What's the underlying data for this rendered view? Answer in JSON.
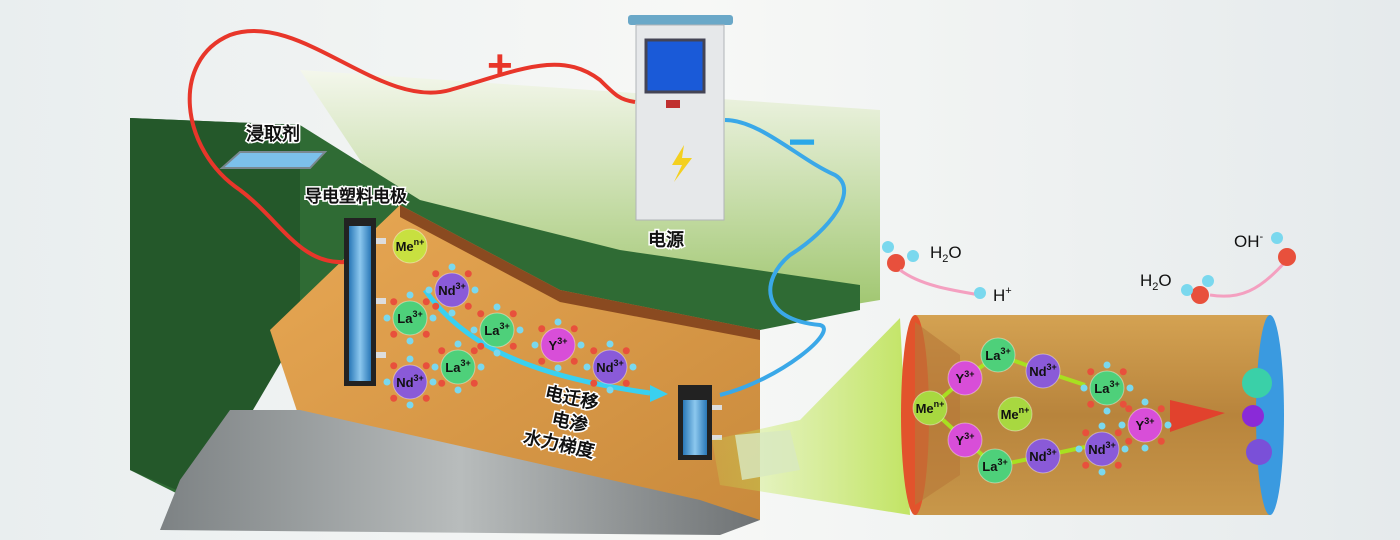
{
  "labels": {
    "leaching_agent": "浸取剂",
    "electrode": "导电塑料电极",
    "power_supply": "电源",
    "plus": "+",
    "minus": "−",
    "electromigration": "电迁移",
    "electroosmosis": "电渗",
    "hydraulic_gradient": "水力梯度"
  },
  "field_ions": [
    {
      "el": "Me",
      "ch": "n+",
      "color": "#c8e040"
    },
    {
      "el": "Nd",
      "ch": "3+",
      "color": "#8a5ad8"
    },
    {
      "el": "La",
      "ch": "3+",
      "color": "#4ed07a"
    },
    {
      "el": "La",
      "ch": "3+",
      "color": "#4ed07a"
    },
    {
      "el": "Y",
      "ch": "3+",
      "color": "#d84ed8"
    },
    {
      "el": "Nd",
      "ch": "3+",
      "color": "#8a5ad8"
    },
    {
      "el": "La",
      "ch": "3+",
      "color": "#4ed07a"
    },
    {
      "el": "Nd",
      "ch": "3+",
      "color": "#8a5ad8"
    }
  ],
  "tube_ions": [
    {
      "el": "La",
      "ch": "3+",
      "color": "#4ed07a"
    },
    {
      "el": "Y",
      "ch": "3+",
      "color": "#d84ed8"
    },
    {
      "el": "Nd",
      "ch": "3+",
      "color": "#8a5ad8"
    },
    {
      "el": "Me",
      "ch": "n+",
      "color": "#a8d840"
    },
    {
      "el": "Me",
      "ch": "n+",
      "color": "#a8d840"
    },
    {
      "el": "Y",
      "ch": "3+",
      "color": "#d84ed8"
    },
    {
      "el": "La",
      "ch": "3+",
      "color": "#4ed07a"
    },
    {
      "el": "Nd",
      "ch": "3+",
      "color": "#8a5ad8"
    },
    {
      "el": "La",
      "ch": "3+",
      "color": "#4ed07a"
    },
    {
      "el": "Y",
      "ch": "3+",
      "color": "#d84ed8"
    },
    {
      "el": "Nd",
      "ch": "3+",
      "color": "#8a5ad8"
    }
  ],
  "reactions": {
    "anode_h2o": {
      "a": "H",
      "sub": "2",
      "b": "O"
    },
    "h_plus": {
      "a": "H",
      "sup": "+"
    },
    "cathode_h2o": {
      "a": "H",
      "sub": "2",
      "b": "O"
    },
    "oh_minus": {
      "a": "OH",
      "sup": "-"
    }
  },
  "colors": {
    "anode": "#e8362a",
    "cathode": "#2aa8e8",
    "soil": "#d99a48",
    "forest": "#2f6b34"
  }
}
